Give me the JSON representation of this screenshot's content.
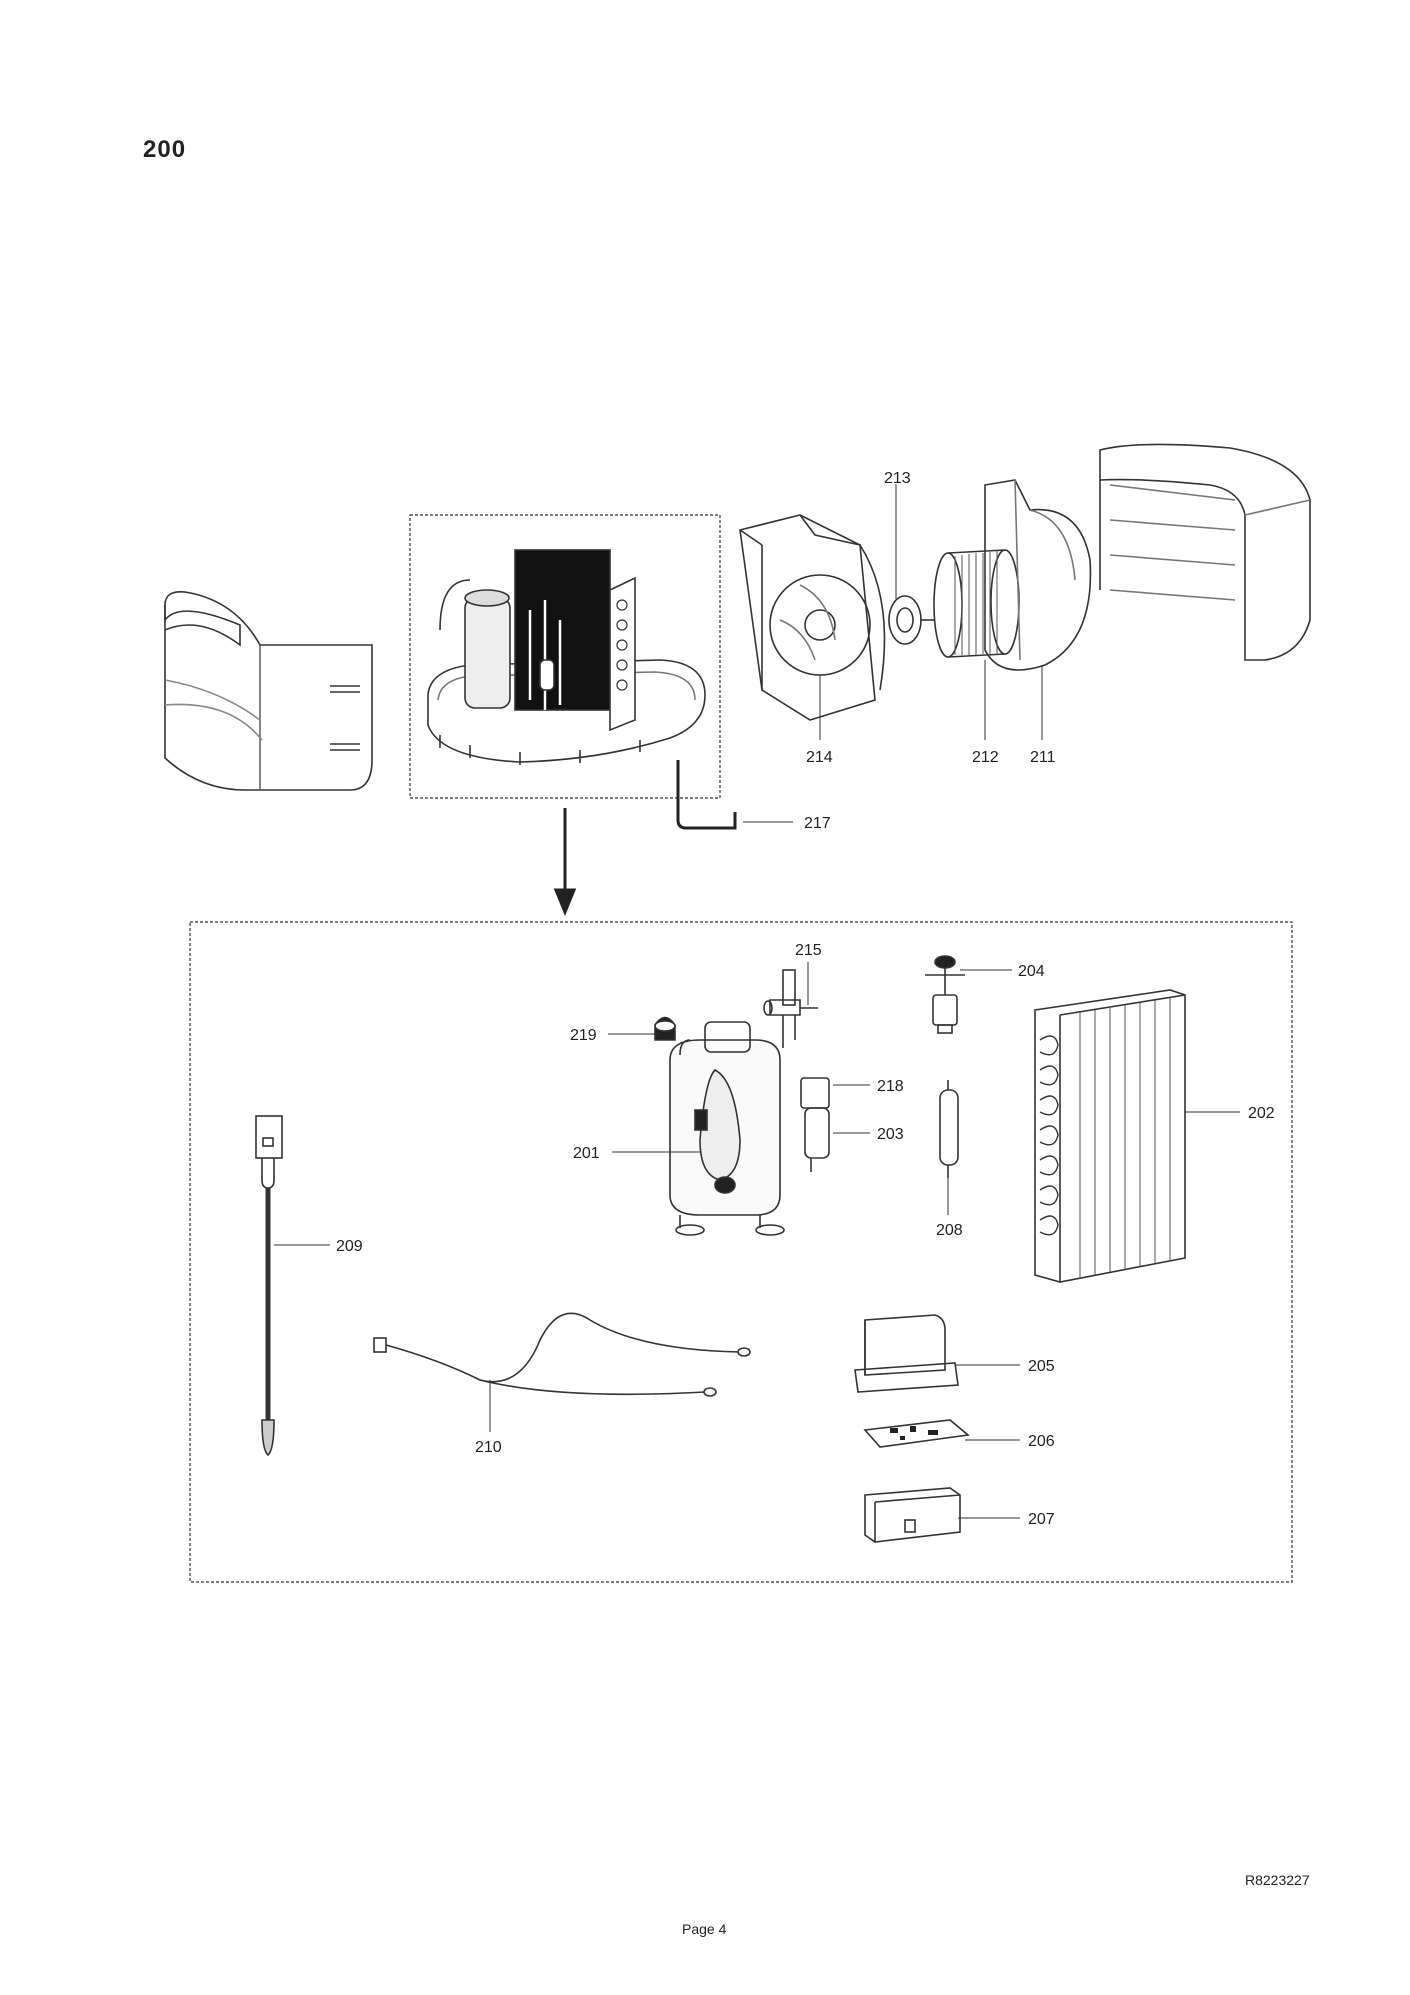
{
  "section": {
    "title": "200"
  },
  "callouts": {
    "c201": "201",
    "c202": "202",
    "c203": "203",
    "c204": "204",
    "c205": "205",
    "c206": "206",
    "c207": "207",
    "c208": "208",
    "c209": "209",
    "c210": "210",
    "c211": "211",
    "c212": "212",
    "c213": "213",
    "c214": "214",
    "c215": "215",
    "c217": "217",
    "c218": "218",
    "c219": "219"
  },
  "footer": {
    "document_id": "R8223227",
    "page": "Page 4"
  }
}
